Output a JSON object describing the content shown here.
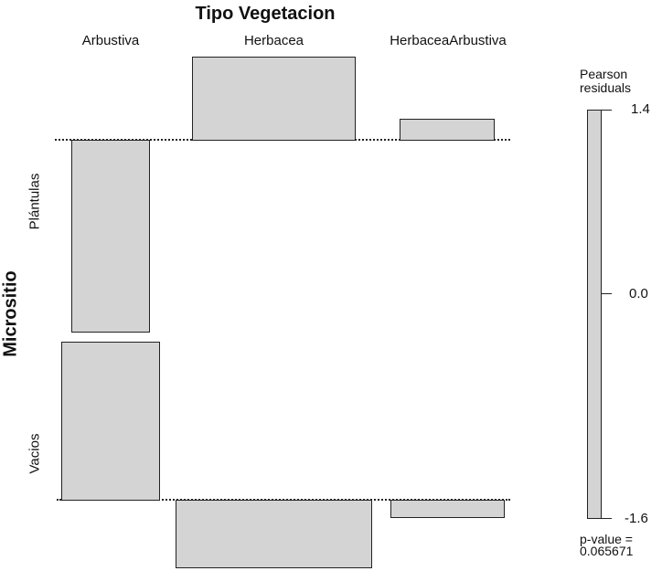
{
  "chart_data": {
    "type": "association_plot",
    "title": "Tipo Vegetacion",
    "xlabel": "Tipo Vegetacion",
    "ylabel": "Micrositio",
    "columns": [
      "Arbustiva",
      "Herbacea",
      "HerbaceaArbustiva"
    ],
    "rows": [
      "Plántulas",
      "Vacios"
    ],
    "residual_direction": [
      {
        "row": "Plántulas",
        "col": "Arbustiva",
        "sign": "negative",
        "relative_height": 210,
        "relative_width": 86
      },
      {
        "row": "Plántulas",
        "col": "Herbacea",
        "sign": "positive",
        "relative_height": 90,
        "relative_width": 179
      },
      {
        "row": "Plántulas",
        "col": "HerbaceaArbustiva",
        "sign": "positive",
        "relative_height": 23,
        "relative_width": 104
      },
      {
        "row": "Vacios",
        "col": "Arbustiva",
        "sign": "positive",
        "relative_height": 173,
        "relative_width": 108
      },
      {
        "row": "Vacios",
        "col": "Herbacea",
        "sign": "negative",
        "relative_height": 74,
        "relative_width": 215
      },
      {
        "row": "Vacios",
        "col": "HerbaceaArbustiva",
        "sign": "negative",
        "relative_height": 19,
        "relative_width": 125
      }
    ],
    "legend": {
      "title": "Pearson residuals",
      "ticks": [
        1.4,
        0.0,
        -1.6
      ],
      "range": [
        -1.6,
        1.4
      ],
      "p_value": "0.065671"
    }
  },
  "labels": {
    "title": "Tipo Vegetacion",
    "col1": "Arbustiva",
    "col2": "Herbacea",
    "col3": "HerbaceaArbustiva",
    "row1": "Plántulas",
    "row2": "Vacios",
    "ylabel": "Micrositio",
    "legend_title_1": "Pearson",
    "legend_title_2": "residuals",
    "tick_max": "1.4",
    "tick_mid": "0.0",
    "tick_min": "-1.6",
    "pvalue_1": "p-value =",
    "pvalue_2": "0.065671"
  }
}
